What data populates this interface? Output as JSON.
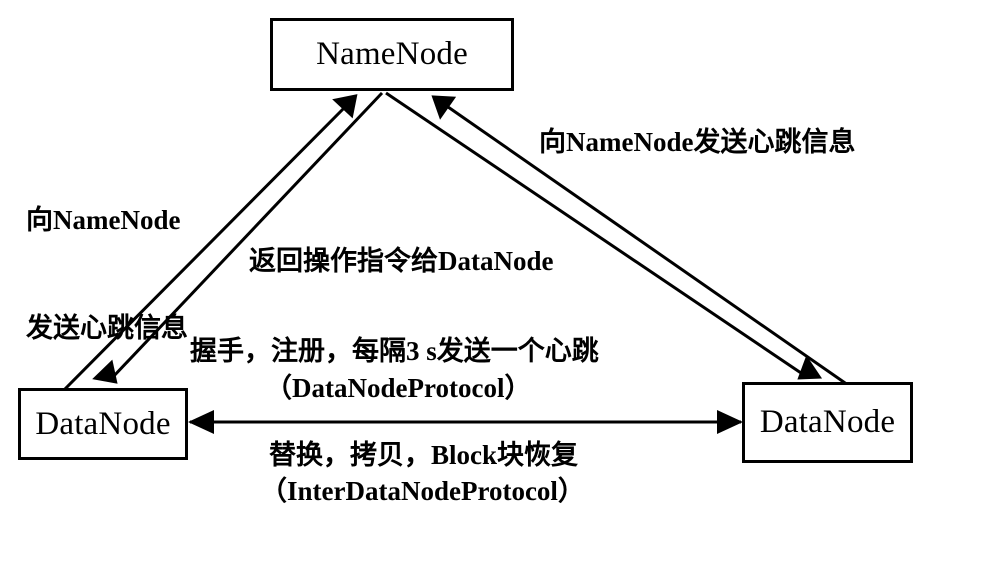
{
  "diagram": {
    "title_text": "HDFS NameNode DataNode communication diagram",
    "background_color": "#ffffff",
    "line_color": "#000000",
    "nodes": [
      {
        "id": "namenode",
        "label": "NameNode"
      },
      {
        "id": "datanode_left",
        "label": "DataNode"
      },
      {
        "id": "datanode_right",
        "label": "DataNode"
      }
    ],
    "labels": {
      "left_heartbeat_line1": "向NameNode",
      "left_heartbeat_line2": "发送心跳信息",
      "right_heartbeat": "向NameNode发送心跳信息",
      "return_command": "返回操作指令给DataNode",
      "handshake": "握手，注册，每隔3 s发送一个心跳",
      "datanode_protocol": "（DataNodeProtocol）",
      "replicate": "替换，拷贝，Block块恢复",
      "interdatanode_protocol": "（InterDataNodeProtocol）"
    },
    "edges": [
      {
        "id": "left-up",
        "from": "datanode_left",
        "to": "namenode",
        "direction": "up",
        "label": "向NameNode发送心跳信息"
      },
      {
        "id": "left-down",
        "from": "namenode",
        "to": "datanode_left",
        "direction": "down",
        "label": "返回操作指令给DataNode"
      },
      {
        "id": "right-up",
        "from": "datanode_right",
        "to": "namenode",
        "direction": "up",
        "label": "向NameNode发送心跳信息"
      },
      {
        "id": "right-down",
        "from": "namenode",
        "to": "datanode_right",
        "direction": "down",
        "label": "返回操作指令给DataNode"
      },
      {
        "id": "datanode-datanode",
        "from": "datanode_left",
        "to": "datanode_right",
        "direction": "both",
        "label": "替换，拷贝，Block块恢复"
      }
    ]
  }
}
